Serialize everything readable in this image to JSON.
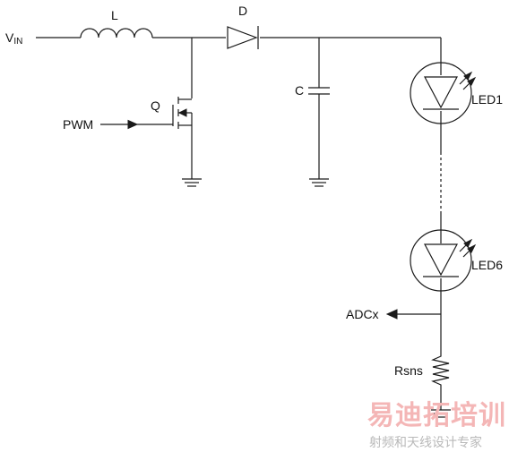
{
  "labels": {
    "vin_main": "V",
    "vin_sub": "IN",
    "inductor": "L",
    "diode": "D",
    "capacitor": "C",
    "transistor": "Q",
    "pwm": "PWM",
    "led_top": "LED1",
    "led_bottom": "LED6",
    "adc": "ADCx",
    "sense_resistor": "Rsns"
  },
  "watermark": {
    "main": "易迪拓培训",
    "sub": "射频和天线设计专家"
  }
}
